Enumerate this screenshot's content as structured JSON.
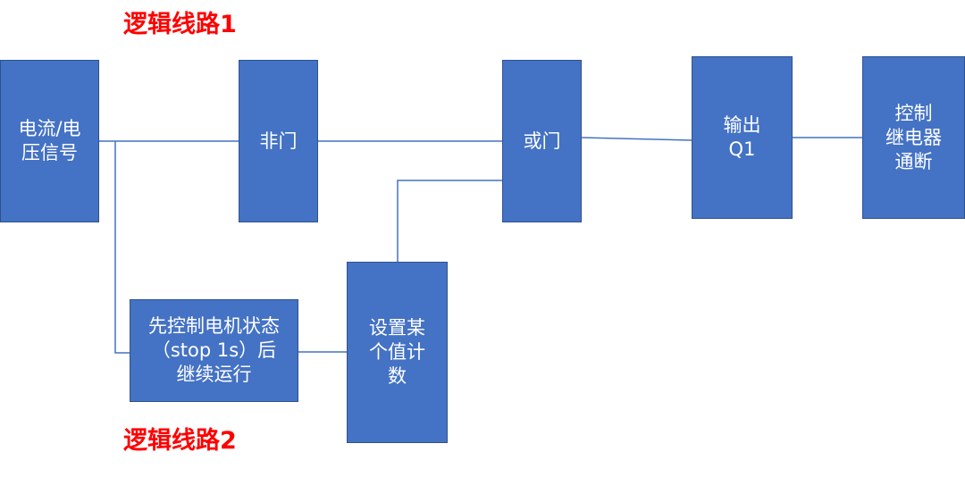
{
  "titles": {
    "route1": "逻辑线路1",
    "route2": "逻辑线路2"
  },
  "blocks": {
    "signal": "电流/电\n压信号",
    "not_gate": "非门",
    "or_gate": "或门",
    "output": "输出\nQ1",
    "relay": "控制\n继电器\n通断",
    "motor_control": "先控制电机状态\n（stop 1s）后\n继续运行",
    "counter": "设置某\n个值计\n数"
  },
  "colors": {
    "block_fill": "#4472c4",
    "block_border": "#2f528f",
    "connector": "#4472c4",
    "title": "#ff0000"
  }
}
